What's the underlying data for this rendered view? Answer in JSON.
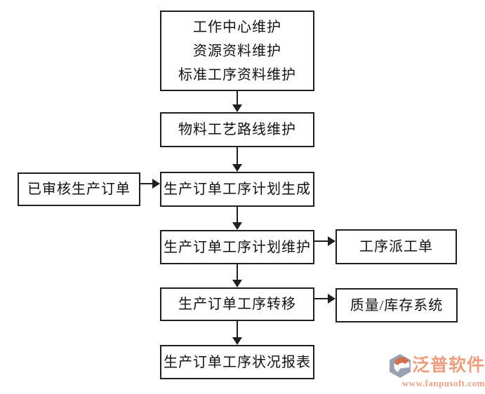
{
  "diagram": {
    "nodes": {
      "master_data": {
        "lines": [
          "工作中心维护",
          "资源资料维护",
          "标准工序资料维护"
        ]
      },
      "routing_maintain": {
        "label": "物料工艺路线维护"
      },
      "approved_order": {
        "label": "已审核生产订单"
      },
      "plan_generate": {
        "label": "生产订单工序计划生成"
      },
      "plan_maintain": {
        "label": "生产订单工序计划维护"
      },
      "dispatch_order": {
        "label": "工序派工单"
      },
      "process_transfer": {
        "label": "生产订单工序转移"
      },
      "quality_inventory": {
        "label": "质量/库存系统"
      },
      "status_report": {
        "label": "生产订单工序状况报表"
      }
    },
    "line_color": "#1f1f1f",
    "box_background": "#ffffff"
  },
  "logo": {
    "brand": "泛普软件",
    "url": "www.fanpusoft.com",
    "brand_color": "#ec9e80",
    "icon_gray": "#98a2b4",
    "icon_orange": "#d0704e"
  }
}
